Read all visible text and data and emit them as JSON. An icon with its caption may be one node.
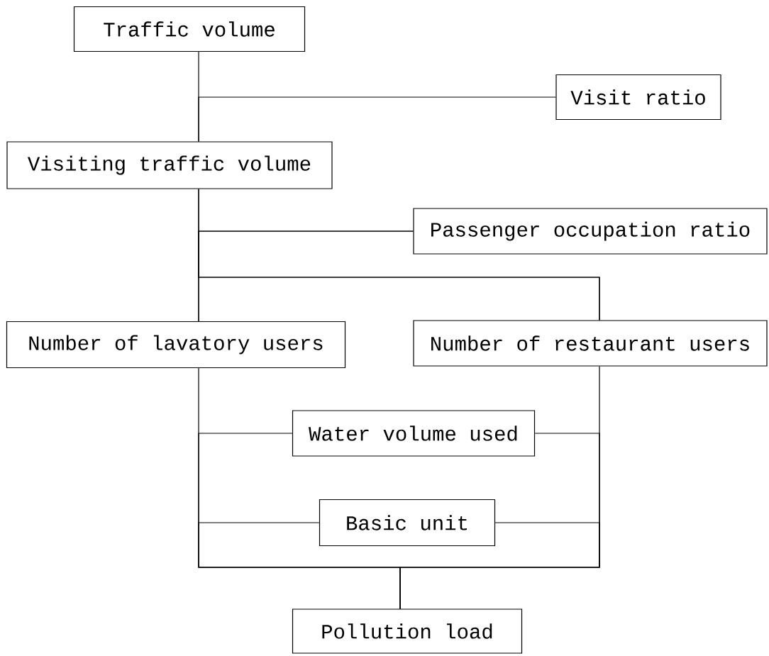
{
  "diagram": {
    "nodes": [
      {
        "text": [
          "Traffic volume"
        ]
      },
      {
        "text": [
          "Visit ratio"
        ]
      },
      {
        "text": [
          "Visiting traffic volume"
        ]
      },
      {
        "text": [
          "Passenger occupation ratio"
        ]
      },
      {
        "text": [
          "Number of lavatory users"
        ]
      },
      {
        "text": [
          "Number of restaurant users"
        ]
      },
      {
        "text": [
          "Water volume used"
        ]
      },
      {
        "text": [
          "Basic unit"
        ]
      },
      {
        "text": [
          "Pollution load"
        ]
      }
    ],
    "edges": [
      {
        "from": 0,
        "to": 2,
        "arrow": "none"
      },
      {
        "from": 1,
        "to": 2,
        "arrow": "none"
      },
      {
        "from": 2,
        "to": 4,
        "arrow": "none"
      },
      {
        "from": 3,
        "to": 4,
        "arrow": "none"
      },
      {
        "from": 2,
        "to": 5,
        "arrow": "none"
      },
      {
        "from": 3,
        "to": 5,
        "arrow": "none"
      },
      {
        "from": 4,
        "to": 8,
        "arrow": "none"
      },
      {
        "from": 5,
        "to": 8,
        "arrow": "none"
      },
      {
        "from": 6,
        "to": 8,
        "arrow": "none"
      },
      {
        "from": 7,
        "to": 8,
        "arrow": "none"
      }
    ]
  }
}
